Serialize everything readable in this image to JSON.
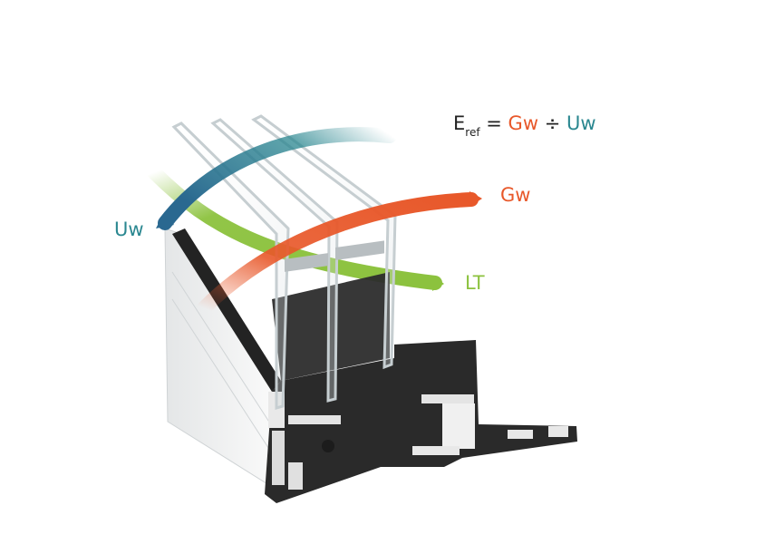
{
  "formula": {
    "lhs": "E",
    "lhs_sub": "ref",
    "equals": "=",
    "term1": "Gw",
    "divide": "÷",
    "term2": "Uw"
  },
  "labels": {
    "uw": "Uw",
    "gw": "Gw",
    "lt": "LT"
  },
  "colors": {
    "uw": "#2a8790",
    "gw": "#e8582a",
    "lt": "#8cc23e",
    "text": "#222222",
    "frame_dark": "#2a2a2a",
    "frame_light": "#f2f2f2",
    "glass": "#d8dfe2"
  }
}
